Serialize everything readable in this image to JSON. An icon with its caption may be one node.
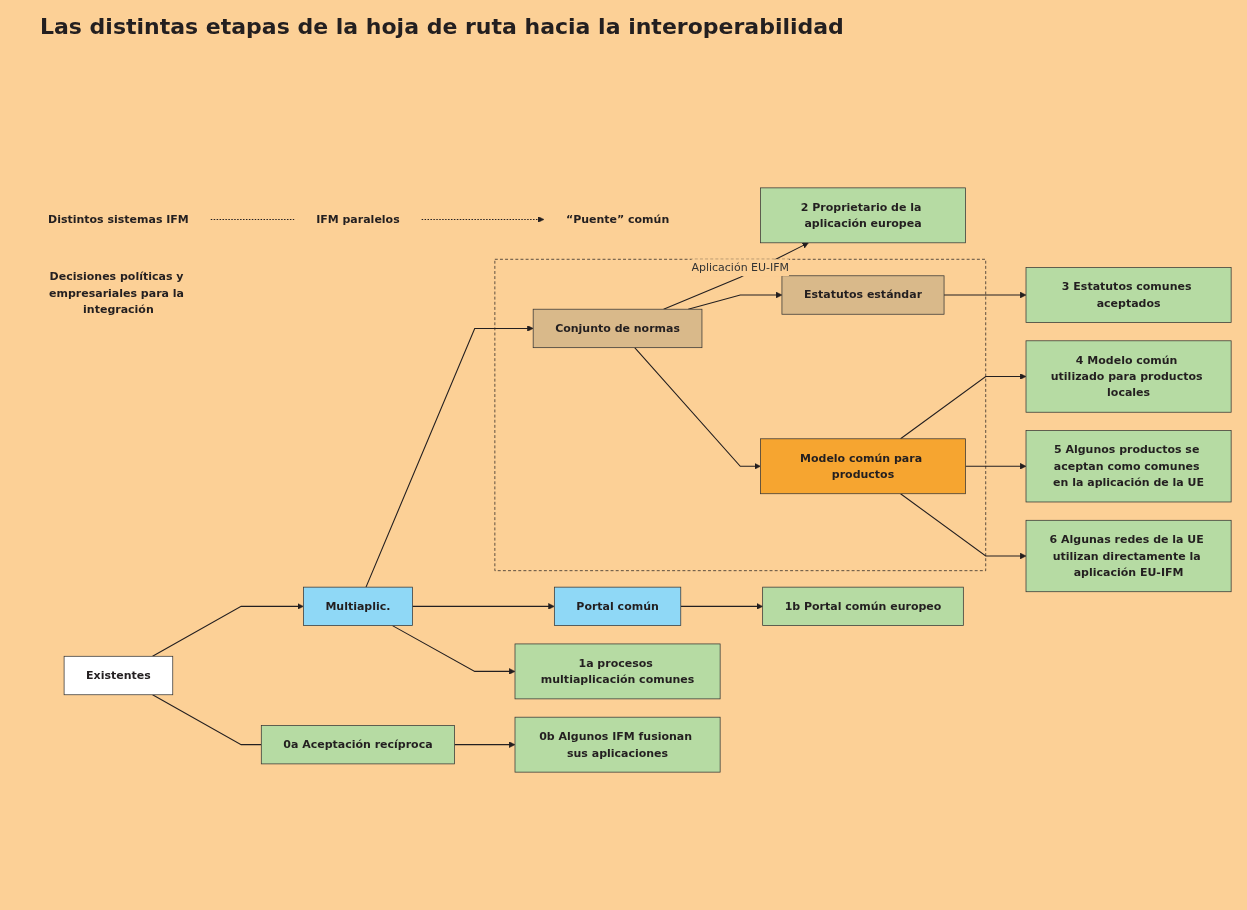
{
  "diagram": {
    "title": "Las distintas etapas de la hoja de ruta hacia la interoperabilidad",
    "nodes": [
      {
        "text": [
          "Distintos sistemas IFM"
        ]
      },
      {
        "text": [
          "IFM paralelos"
        ]
      },
      {
        "text": [
          "“Puente” común"
        ]
      },
      {
        "text": [
          "Decisiones políticas y empresariales para la integración"
        ]
      },
      {
        "text": [
          "Existentes"
        ]
      },
      {
        "text": [
          "Multiaplic."
        ]
      },
      {
        "text": [
          "Portal común"
        ]
      },
      {
        "text": [
          "Aplicación EU-IFM"
        ]
      },
      {
        "text": [
          "Conjunto de normas"
        ],
        "in": 7
      },
      {
        "text": [
          "Estatutos estándar"
        ],
        "in": 7
      },
      {
        "text": [
          "Modelo común para productos"
        ],
        "in": 7
      },
      {
        "text": [
          "2 Proprietario de la aplicación europea"
        ]
      },
      {
        "text": [
          "3 Estatutos comunes aceptados"
        ]
      },
      {
        "text": [
          "4 Modelo común utilizado para productos locales"
        ]
      },
      {
        "text": [
          "5 Algunos productos se aceptan como comunes en la aplicación de la UE"
        ]
      },
      {
        "text": [
          "6 Algunas redes de la UE utilizan directamente la aplicación EU-IFM"
        ]
      },
      {
        "text": [
          "0a Aceptación recíproca"
        ]
      },
      {
        "text": [
          "0b Algunos IFM fusionan sus aplicaciones"
        ]
      },
      {
        "text": [
          "1a procesos multiaplicación comunes"
        ]
      },
      {
        "text": [
          "1b Portal común europeo"
        ]
      }
    ],
    "edges": [
      {
        "from": 0,
        "to": 1,
        "arrow": "none",
        "style": "dashed"
      },
      {
        "from": 1,
        "to": 2,
        "arrow": "to",
        "style": "dashed"
      },
      {
        "from": 4,
        "to": 5,
        "arrow": "to"
      },
      {
        "from": 4,
        "to": 16,
        "arrow": "none"
      },
      {
        "from": 16,
        "to": 17,
        "arrow": "to"
      },
      {
        "from": 5,
        "to": 8,
        "arrow": "to"
      },
      {
        "from": 5,
        "to": 6,
        "arrow": "to"
      },
      {
        "from": 5,
        "to": 18,
        "arrow": "to"
      },
      {
        "from": 6,
        "to": 19,
        "arrow": "to"
      },
      {
        "from": 8,
        "to": 11,
        "arrow": "to"
      },
      {
        "from": 8,
        "to": 9,
        "arrow": "to"
      },
      {
        "from": 8,
        "to": 10,
        "arrow": "to"
      },
      {
        "from": 9,
        "to": 12,
        "arrow": "to"
      },
      {
        "from": 10,
        "to": 13,
        "arrow": "to"
      },
      {
        "from": 10,
        "to": 14,
        "arrow": "to"
      },
      {
        "from": 10,
        "to": 15,
        "arrow": "to"
      }
    ]
  }
}
